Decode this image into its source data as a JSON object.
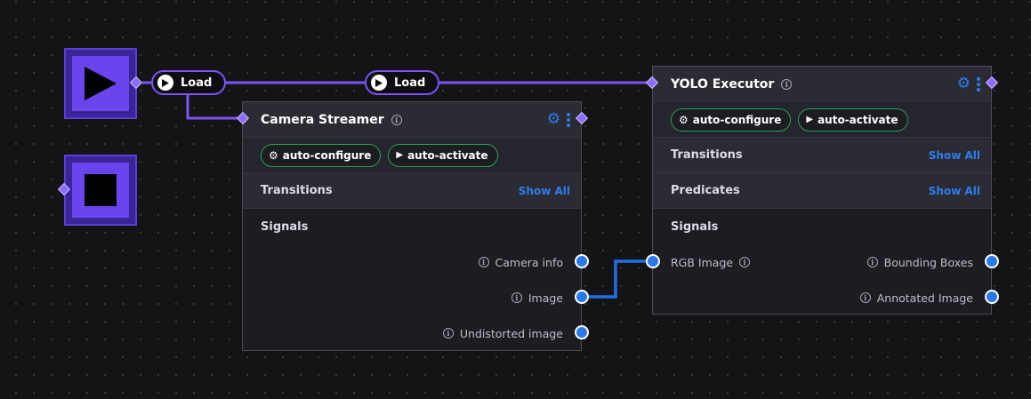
{
  "controls": {
    "play_icon": "play-icon",
    "stop_icon": "stop-icon"
  },
  "pills": [
    {
      "label": "Load"
    },
    {
      "label": "Load"
    }
  ],
  "camera_streamer": {
    "title": "Camera Streamer",
    "chips": [
      {
        "label": "auto-configure",
        "icon": "gear-icon"
      },
      {
        "label": "auto-activate",
        "icon": "play-icon"
      }
    ],
    "transitions_label": "Transitions",
    "show_all_label": "Show All",
    "signals_label": "Signals",
    "outputs": [
      {
        "label": "Camera info"
      },
      {
        "label": "Image"
      },
      {
        "label": "Undistorted image"
      }
    ]
  },
  "yolo_executor": {
    "title": "YOLO Executor",
    "chips": [
      {
        "label": "auto-configure",
        "icon": "gear-icon"
      },
      {
        "label": "auto-activate",
        "icon": "play-icon"
      }
    ],
    "transitions_label": "Transitions",
    "transitions_show_all": "Show All",
    "predicates_label": "Predicates",
    "predicates_show_all": "Show All",
    "signals_label": "Signals",
    "inputs": [
      {
        "label": "RGB Image"
      }
    ],
    "outputs": [
      {
        "label": "Bounding Boxes"
      },
      {
        "label": "Annotated Image"
      }
    ]
  },
  "colors": {
    "accent_purple": "#7a55f4",
    "signal_blue": "#2a79ec",
    "chip_green": "#2f9d55",
    "background": "#141416"
  }
}
